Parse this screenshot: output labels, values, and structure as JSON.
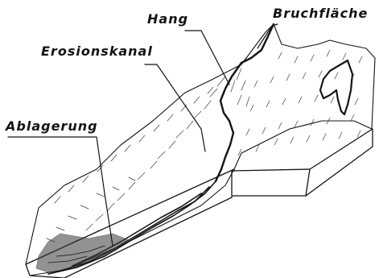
{
  "labels": {
    "hang": "Hang",
    "bruchflaeche": "Bruchfläche",
    "erosionskanal": "Erosionskanal",
    "ablagerung": "Ablagerung"
  },
  "colors": {
    "ink": "#141414",
    "paper": "#ffffff"
  }
}
